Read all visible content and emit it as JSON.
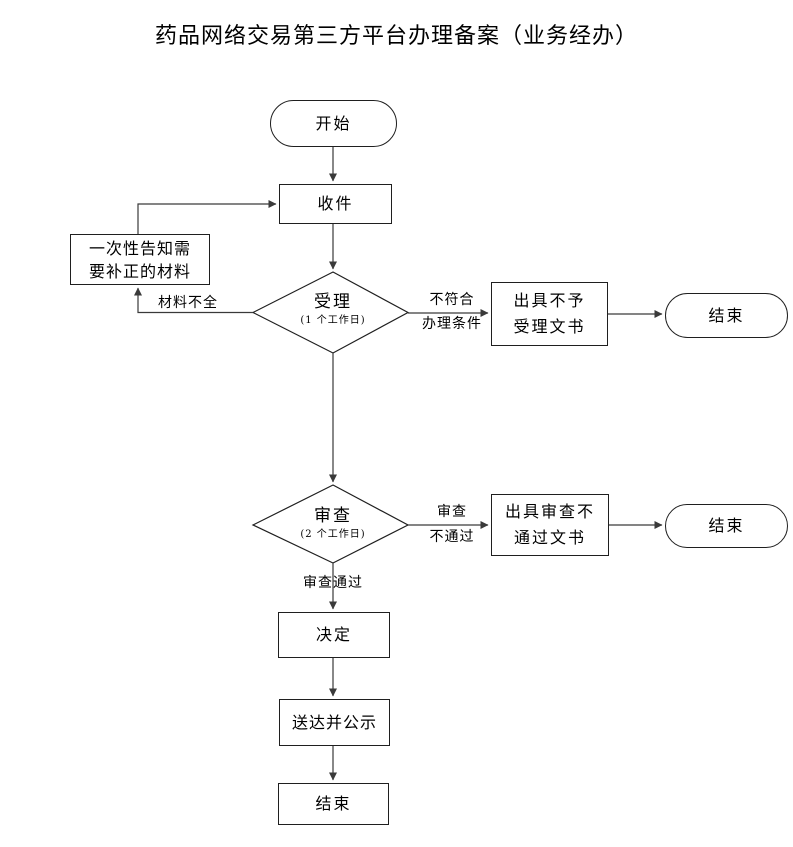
{
  "title": "药品网络交易第三方平台办理备案（业务经办）",
  "nodes": {
    "start": {
      "label": "开始"
    },
    "receive": {
      "label": "收件"
    },
    "notify": {
      "line1": "一次性告知需",
      "line2": "要补正的材料"
    },
    "accept": {
      "label": "受理",
      "duration": "(1 个工作日)"
    },
    "reject_doc": {
      "line1": "出具不予",
      "line2": "受理文书"
    },
    "end_reject": {
      "label": "结束"
    },
    "review": {
      "label": "审查",
      "duration": "(2 个工作日)"
    },
    "review_fail_doc": {
      "line1": "出具审查不",
      "line2": "通过文书"
    },
    "end_review": {
      "label": "结束"
    },
    "decision": {
      "label": "决定"
    },
    "deliver": {
      "label": "送达并公示"
    },
    "end_final": {
      "label": "结束"
    }
  },
  "edge_labels": {
    "materials_incomplete": "材料不全",
    "not_meet_line1": "不符合",
    "not_meet_line2": "办理条件",
    "review_fail_line1": "审查",
    "review_fail_line2": "不通过",
    "review_pass": "审查通过"
  },
  "colors": {
    "line": "#3a3a3a",
    "border": "#1f1f1f",
    "background": "#ffffff",
    "text": "#000000"
  }
}
